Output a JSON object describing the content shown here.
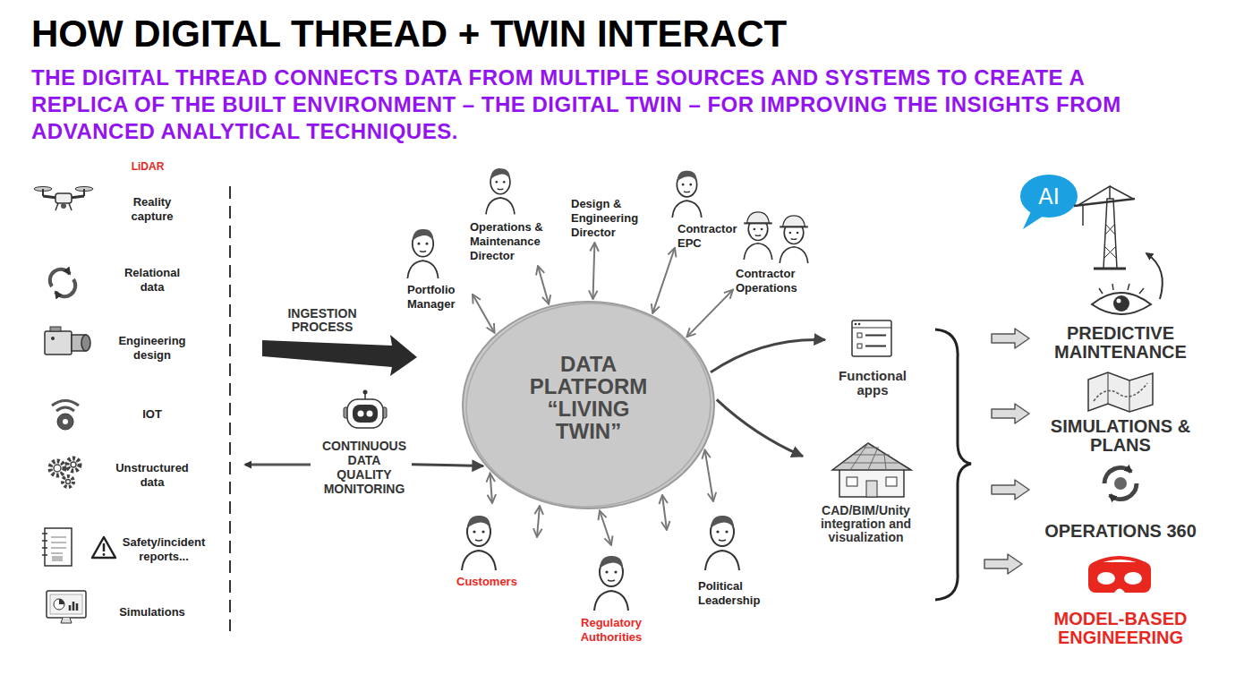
{
  "diagram": {
    "title": "HOW DIGITAL THREAD + TWIN INTERACT",
    "nodes": [
      {
        "text": [
          "Reality capture"
        ]
      },
      {
        "text": [
          "Relational data"
        ]
      },
      {
        "text": [
          "Engineering design"
        ]
      },
      {
        "text": [
          "IOT"
        ]
      },
      {
        "text": [
          "Unstructured data"
        ]
      },
      {
        "text": [
          "Safety/incident reports..."
        ]
      },
      {
        "text": [
          "Simulations"
        ]
      },
      {
        "text": [
          "CONTINUOUS DATA QUALITY MONITORING"
        ]
      },
      {
        "text": [
          "Operations & Maintenance Director"
        ]
      },
      {
        "text": [
          "Design & Engineering Director"
        ]
      },
      {
        "text": [
          "Contractor EPC"
        ]
      },
      {
        "text": [
          "Portfolio Manager"
        ]
      },
      {
        "text": [
          "Contractor Operations"
        ]
      },
      {
        "text": [
          "DATA PLATFORM “LIVING TWIN”"
        ]
      },
      {
        "text": [
          "Customers"
        ]
      },
      {
        "text": [
          "Regulatory Authorities"
        ]
      },
      {
        "text": [
          "Political Leadership"
        ]
      },
      {
        "text": [
          "Functional apps"
        ]
      },
      {
        "text": [
          "CAD/BIM/Unity integration and visualization"
        ]
      },
      {
        "text": [
          "PREDICTIVE MAINTENANCE"
        ]
      },
      {
        "text": [
          "SIMULATIONS & PLANS"
        ]
      },
      {
        "text": [
          "OPERATIONS 360"
        ]
      },
      {
        "text": [
          "MODEL-BASED ENGINEERING"
        ]
      }
    ],
    "edges": [
      {
        "from": 11,
        "to": 13,
        "arrow": "both"
      },
      {
        "from": 8,
        "to": 13,
        "arrow": "both"
      },
      {
        "from": 9,
        "to": 13,
        "arrow": "both"
      },
      {
        "from": 10,
        "to": 13,
        "arrow": "both"
      },
      {
        "from": 12,
        "to": 13,
        "arrow": "both"
      },
      {
        "from": 14,
        "to": 13,
        "arrow": "both"
      },
      {
        "from": 15,
        "to": 13,
        "arrow": "both"
      },
      {
        "from": 16,
        "to": 13,
        "arrow": "both"
      },
      {
        "from": 7,
        "to": 13,
        "arrow": "to"
      },
      {
        "from": 13,
        "to": 17,
        "arrow": "to"
      },
      {
        "from": 13,
        "to": 18,
        "arrow": "to"
      }
    ],
    "labels": [
      "THE DIGITAL THREAD CONNECTS DATA FROM MULTIPLE SOURCES AND SYSTEMS TO CREATE A REPLICA OF THE BUILT ENVIRONMENT – THE DIGITAL TWIN – FOR IMPROVING THE INSIGHTS FROM ADVANCED ANALYTICAL TECHNIQUES.",
      "LiDAR",
      "INGESTION PROCESS",
      "AI"
    ]
  }
}
